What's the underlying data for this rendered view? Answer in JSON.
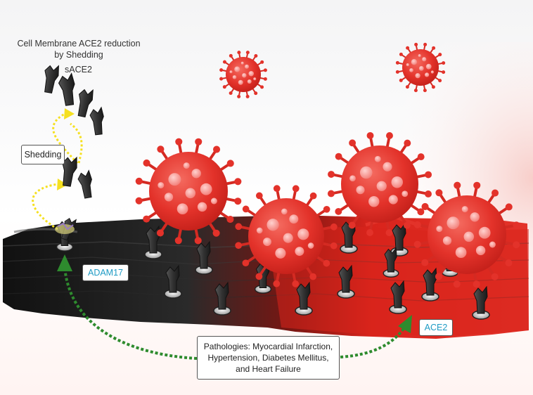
{
  "title_lines": [
    "Cell Membrane ACE2 reduction",
    "by Shedding"
  ],
  "sace2_label": "sACE2",
  "shedding_label": "Shedding",
  "adam17_label": "ADAM17",
  "ace2_label": "ACE2",
  "pathologies_lines": [
    "Pathologies: Myocardial Infarction,",
    "Hypertension, Diabetes Mellitus,",
    "and Heart Failure"
  ],
  "colors": {
    "virus": "#e8352e",
    "virus_spot": "#f58a86",
    "membrane_dark": "#1a1a1a",
    "membrane_red": "#d9241c",
    "shedding_arrow": "#f5e020",
    "pathology_arrow": "#2e8b2e",
    "label_blue": "#1e9bc4"
  }
}
